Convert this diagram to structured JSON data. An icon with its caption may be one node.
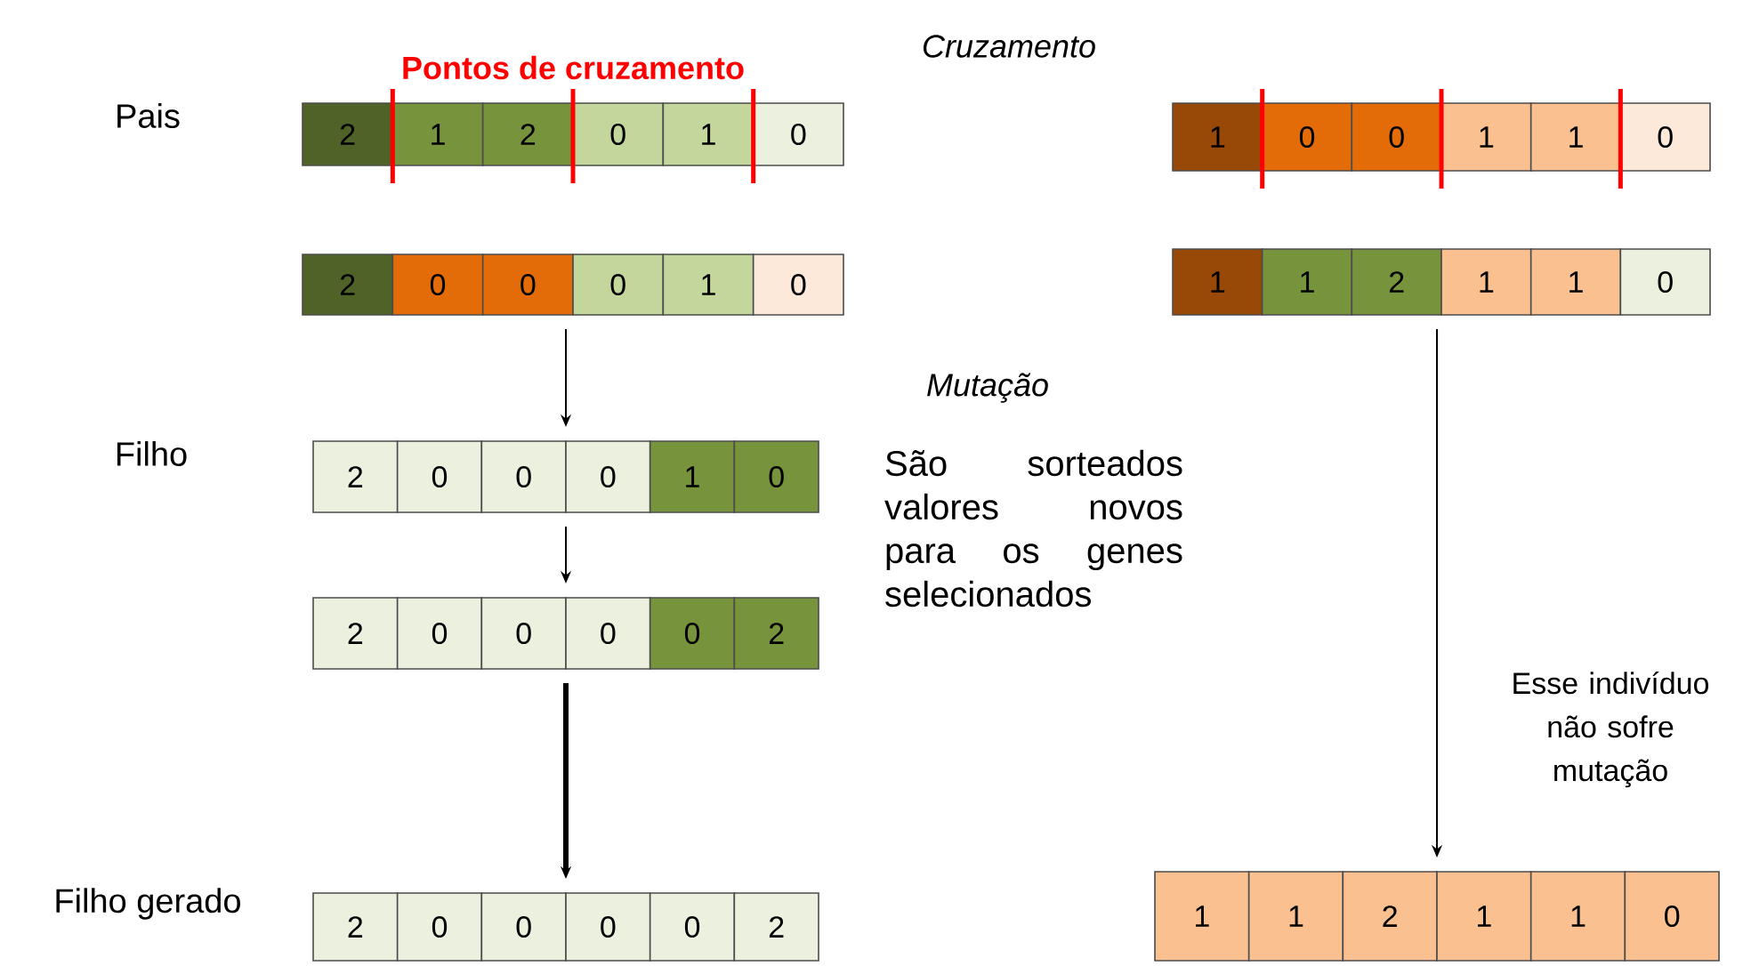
{
  "diagram": {
    "nodes": [
      {
        "text": [
          "2",
          "1",
          "2",
          "0",
          "1",
          "0"
        ],
        "beside": [
          "Pais"
        ]
      },
      {
        "text": [
          "2",
          "0",
          "0",
          "0",
          "1",
          "0"
        ]
      },
      {
        "text": [
          "2",
          "0",
          "0",
          "0",
          "1",
          "0"
        ],
        "beside": [
          "Filho"
        ]
      },
      {
        "text": [
          "2",
          "0",
          "0",
          "0",
          "0",
          "2"
        ]
      },
      {
        "text": [
          "2",
          "0",
          "0",
          "0",
          "0",
          "2"
        ],
        "beside": [
          "Filho gerado"
        ]
      },
      {
        "text": [
          "1",
          "0",
          "0",
          "1",
          "1",
          "0"
        ]
      },
      {
        "text": [
          "1",
          "1",
          "2",
          "1",
          "1",
          "0"
        ]
      },
      {
        "text": [
          "1",
          "1",
          "2",
          "1",
          "1",
          "0"
        ]
      }
    ],
    "edges": [
      {
        "from": 1,
        "to": 2,
        "arrow": "to"
      },
      {
        "from": 2,
        "to": 3,
        "arrow": "to"
      },
      {
        "from": 3,
        "to": 4,
        "arrow": "to",
        "style": "thick"
      },
      {
        "from": 6,
        "to": 7,
        "arrow": "to"
      }
    ],
    "labels": [
      "Pontos de cruzamento",
      "Cruzamento",
      "Mutação",
      "São sorteados valores novos para os genes selecionados",
      "Esse indivíduo não sofre mutação"
    ]
  }
}
